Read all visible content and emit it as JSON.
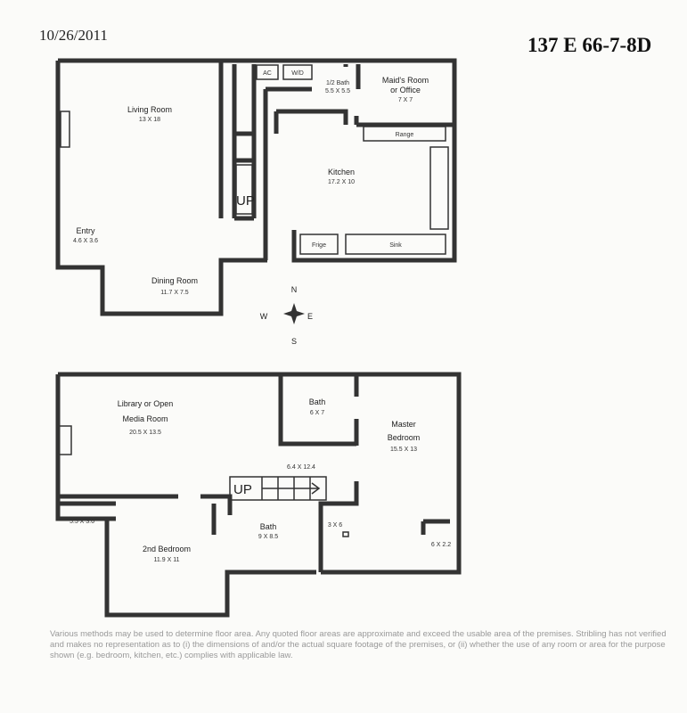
{
  "header": {
    "date": "10/26/2011",
    "address": "137 E 66-7-8D"
  },
  "upper_floor": {
    "rooms": [
      {
        "name": "Living Room",
        "dims": "13 X 18"
      },
      {
        "name": "Entry",
        "dims": "4.6 X 3.6"
      },
      {
        "name": "Dining Room",
        "dims": "11.7 X 7.5"
      },
      {
        "name": "Kitchen",
        "dims": "17.2 X 10"
      },
      {
        "name": "1/2 Bath",
        "dims": "5.5 X 5.5"
      },
      {
        "name": "Maid's Room",
        "name2": "or Office",
        "dims": "7 X 7"
      }
    ],
    "fixtures": {
      "ac": "AC",
      "wd": "W/D",
      "range": "Range",
      "fridge": "Frige",
      "sink": "Sink",
      "stairs": "UP"
    }
  },
  "compass": {
    "n": "N",
    "s": "S",
    "e": "E",
    "w": "W"
  },
  "lower_floor": {
    "rooms": [
      {
        "name": "Library or Open",
        "name2": "Media Room",
        "dims": "20.5 X 13.5"
      },
      {
        "name": "Bath",
        "dims": "6 X 7"
      },
      {
        "name": "Master",
        "name2": "Bedroom",
        "dims": "15.5 X 13"
      },
      {
        "name": "2nd Bedroom",
        "dims": "11.9 X 11"
      },
      {
        "name": "Bath",
        "dims": "9 X 8.5"
      }
    ],
    "closets": {
      "hall": "6.4 X 12.4",
      "c1": "5.5 X 3.6",
      "c2": "3 X 6",
      "c3": "6 X 2.2"
    },
    "stairs": "UP"
  },
  "disclaimer": "Various methods may be used to determine floor area. Any quoted floor areas are approximate and exceed the usable area of the premises. Stribling has not verified and makes no representation as to (i) the dimensions of and/or the actual square footage of the premises, or (ii) whether the use of any room or area for the purpose shown (e.g. bedroom, kitchen, etc.) complies with applicable law."
}
